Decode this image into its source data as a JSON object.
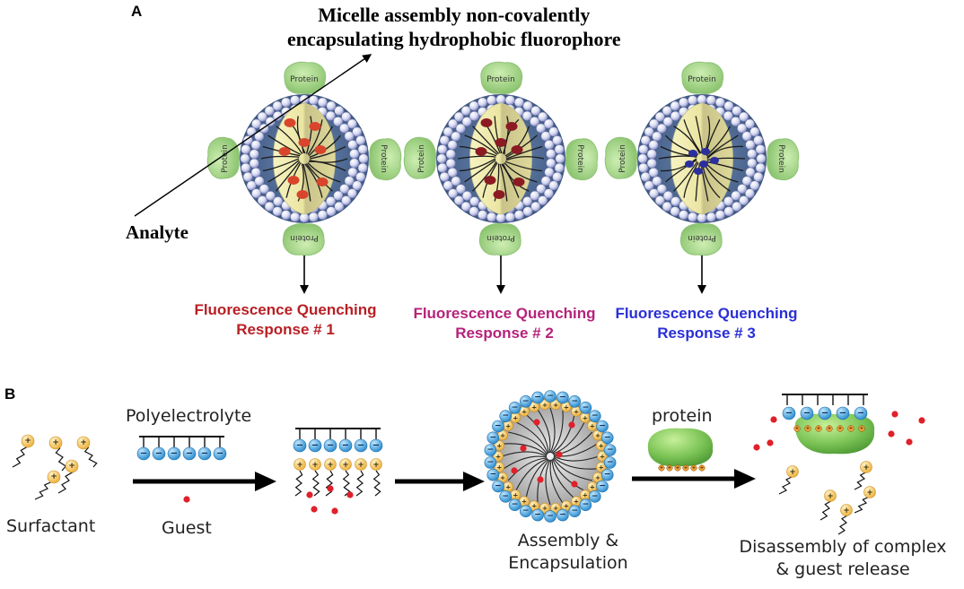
{
  "panel_a": {
    "letter": "A",
    "title_line1": "Micelle assembly non-covalently",
    "title_line2": "encapsulating hydrophobic fluorophore",
    "analyte_label": "Analyte",
    "protein_label": "Protein",
    "responses": [
      {
        "line1": "Fluorescence Quenching",
        "line2": "Response # 1",
        "color": "#b81f24"
      },
      {
        "line1": "Fluorescence Quenching",
        "line2": "Response # 2",
        "color": "#b5237a"
      },
      {
        "line1": "Fluorescence Quenching",
        "line2": "Response # 3",
        "color": "#2a2fd6"
      }
    ],
    "fluorophore_colors": [
      "#d8452c",
      "#8c1a22",
      "#2b2f9e"
    ]
  },
  "panel_b": {
    "letter": "B",
    "surfactant_label": "Surfactant",
    "polyelectrolyte_label": "Polyelectrolyte",
    "guest_label": "Guest",
    "assembly_line1": "Assembly &",
    "assembly_line2": "Encapsulation",
    "protein_label": "protein",
    "disassembly_line1": "Disassembly of complex",
    "disassembly_line2": "& guest release",
    "plus_sign": "+",
    "minus_sign": "−"
  },
  "colors": {
    "micelle_shell": "#4f6d97",
    "micelle_core": "#f3f0b6",
    "protein_green": "#a8d689",
    "guest_red": "#e0202a",
    "anion_blue": "#2f8fd0",
    "cation_yellow": "#f3c55b"
  }
}
